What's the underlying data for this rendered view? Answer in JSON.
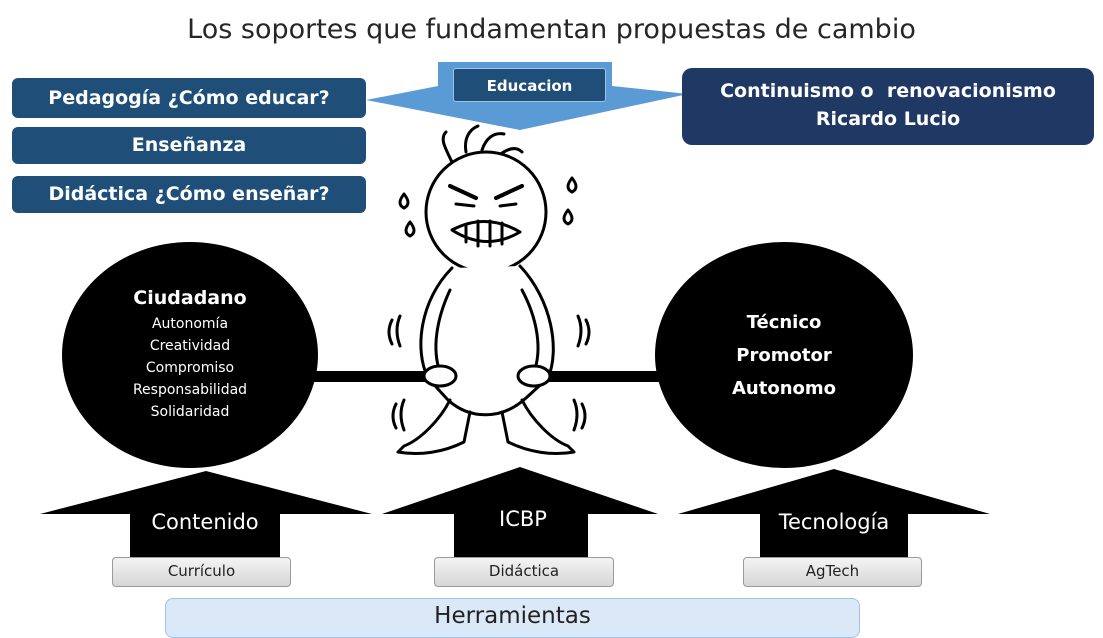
{
  "title": "Los soportes que fundamentan propuestas de cambio",
  "education_label": "Educacion",
  "left_boxes": {
    "pedagogia": "Pedagogía ¿Cómo educar?",
    "ensenanza": "Enseñanza",
    "didactica": "Didáctica ¿Cómo enseñar?"
  },
  "right_box": {
    "line1": "Continuismo o  renovacionismo",
    "line2": "Ricardo Lucio"
  },
  "left_weight": {
    "title": "Ciudadano",
    "items": [
      "Autonomía",
      "Creatividad",
      "Compromiso",
      "Responsabilidad",
      "Solidaridad"
    ]
  },
  "right_weight": {
    "items": [
      "Técnico",
      "Promotor",
      "Autonomo"
    ]
  },
  "arrows": {
    "left": "Contenido",
    "center": "ICBP",
    "right": "Tecnología"
  },
  "buttons": {
    "curriculo": "Currículo",
    "didactica": "Didáctica",
    "agtech": "AgTech"
  },
  "footer": "Herramientas",
  "colors": {
    "dark_blue": "#1f4e79",
    "navy": "#1f3864",
    "light_blue": "#5b9bd5",
    "tools_bg": "#dae8f7"
  }
}
